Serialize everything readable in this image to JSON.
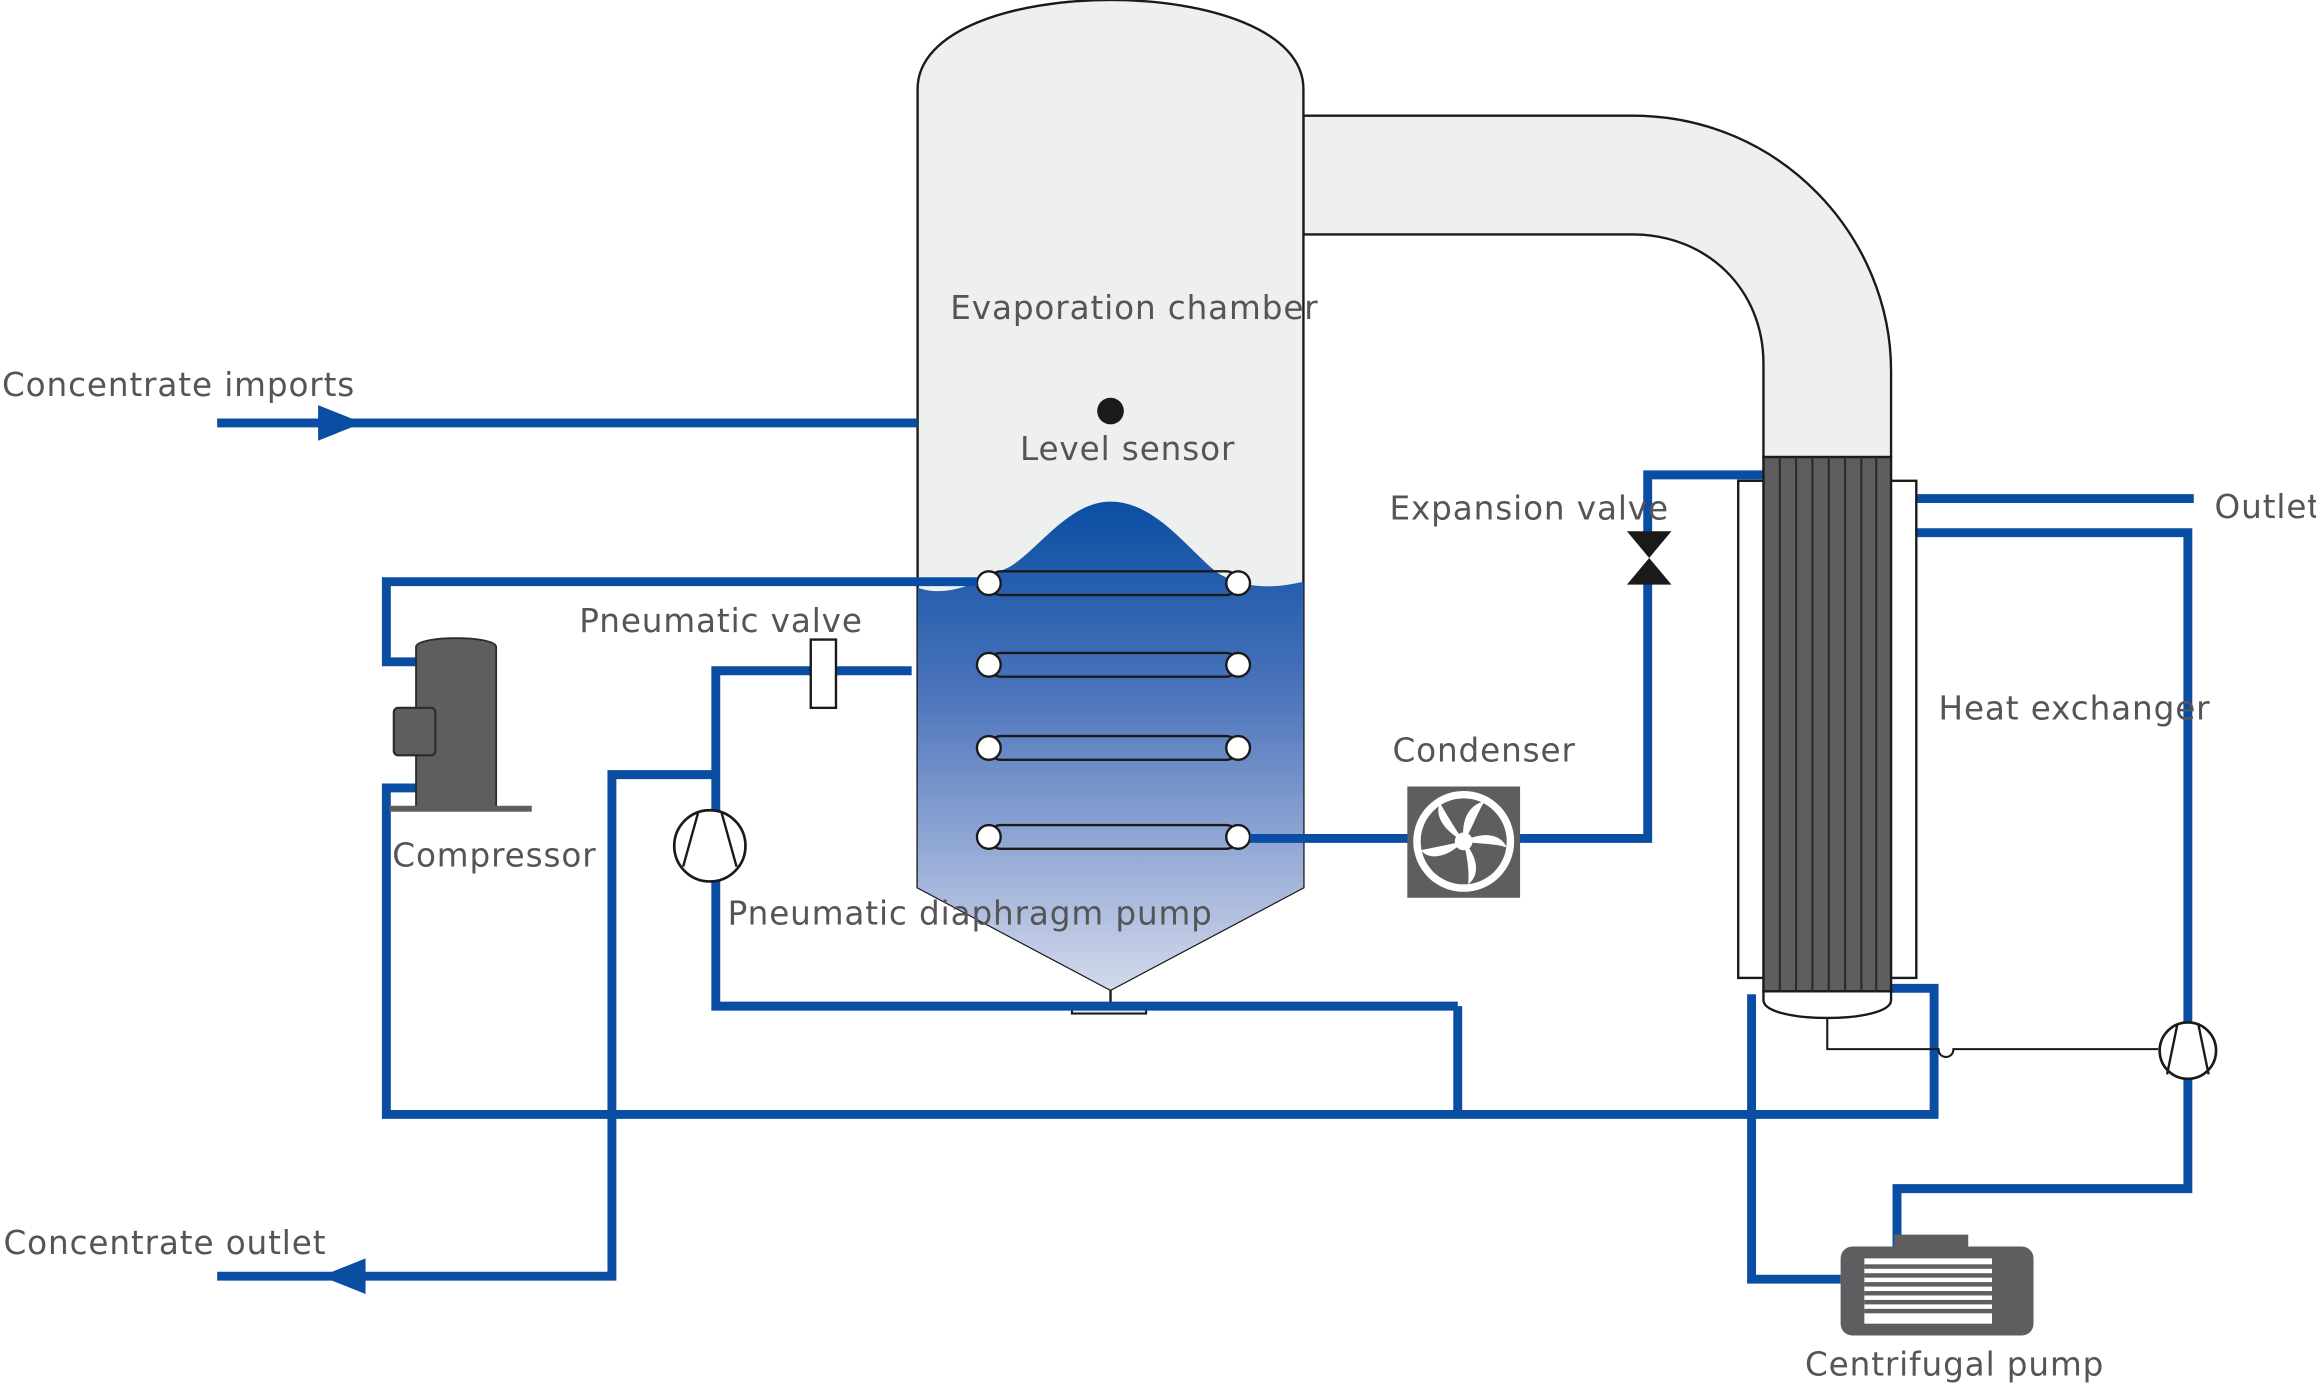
{
  "labels": {
    "evaporation_chamber": "Evaporation chamber",
    "level_sensor": "Level sensor",
    "concentrate_imports": "Concentrate imports",
    "expansion_valve": "Expansion valve",
    "outlet": "Outlet",
    "pneumatic_valve": "Pneumatic valve",
    "heat_exchanger": "Heat exchanger",
    "condenser": "Condenser",
    "compressor": "Compressor",
    "pneumatic_diaphragm_pump": "Pneumatic diaphragm pump",
    "concentrate_outlet": "Concentrate outlet",
    "centrifugal_pump": "Centrifugal pump"
  },
  "colors": {
    "pipe": "#0a4ea3",
    "vessel_fill": "#eef0f0",
    "liquid_top": "#0a4ea3",
    "liquid_bottom": "#e6e8f4",
    "equipment_dark": "#5e5d60",
    "label_text": "#555555"
  }
}
